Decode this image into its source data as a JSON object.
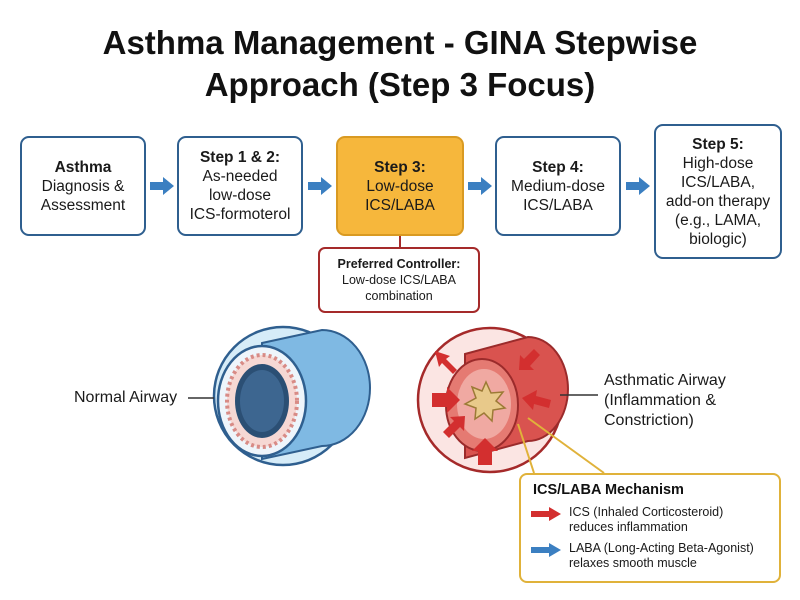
{
  "title": {
    "line1": "Asthma Management - GINA Stepwise",
    "line2": "Approach (Step 3 Focus)"
  },
  "steps": [
    {
      "heading": "Asthma",
      "lines": [
        "Diagnosis &",
        "Assessment"
      ]
    },
    {
      "heading": "Step 1 & 2:",
      "lines": [
        "As-needed",
        "low-dose",
        "ICS-formoterol"
      ]
    },
    {
      "heading": "Step 3:",
      "lines": [
        "Low-dose",
        "ICS/LABA"
      ],
      "highlighted": true
    },
    {
      "heading": "Step 4:",
      "lines": [
        "Medium-dose",
        "ICS/LABA"
      ]
    },
    {
      "heading": "Step 5:",
      "lines": [
        "High-dose",
        "ICS/LABA,",
        "add-on therapy",
        "(e.g., LAMA,",
        "biologic)"
      ]
    }
  ],
  "preferred": {
    "heading": "Preferred Controller:",
    "lines": [
      "Low-dose ICS/LABA",
      "combination"
    ]
  },
  "airways": {
    "normal_label": "Normal Airway",
    "asthmatic_lines": [
      "Asthmatic Airway",
      "(Inflammation &",
      "Constriction)"
    ]
  },
  "mechanism": {
    "title": "ICS/LABA Mechanism",
    "ics_lines": [
      "ICS (Inhaled Corticosteroid)",
      "reduces inflammation"
    ],
    "laba_lines": [
      "LABA (Long-Acting Beta-Agonist)",
      "relaxes smooth muscle"
    ]
  },
  "colors": {
    "step_border": "#2f5f8f",
    "highlight_fill": "#f6b73c",
    "arrow_blue": "#3b7fc1",
    "arrow_red": "#d32f2f",
    "preferred_border": "#a52a2a",
    "mechanism_border": "#e0b23a"
  },
  "icons": [
    "arrow-right-icon",
    "red-arrow-icon",
    "blue-arrow-icon",
    "normal-airway-icon",
    "asthmatic-airway-icon"
  ]
}
